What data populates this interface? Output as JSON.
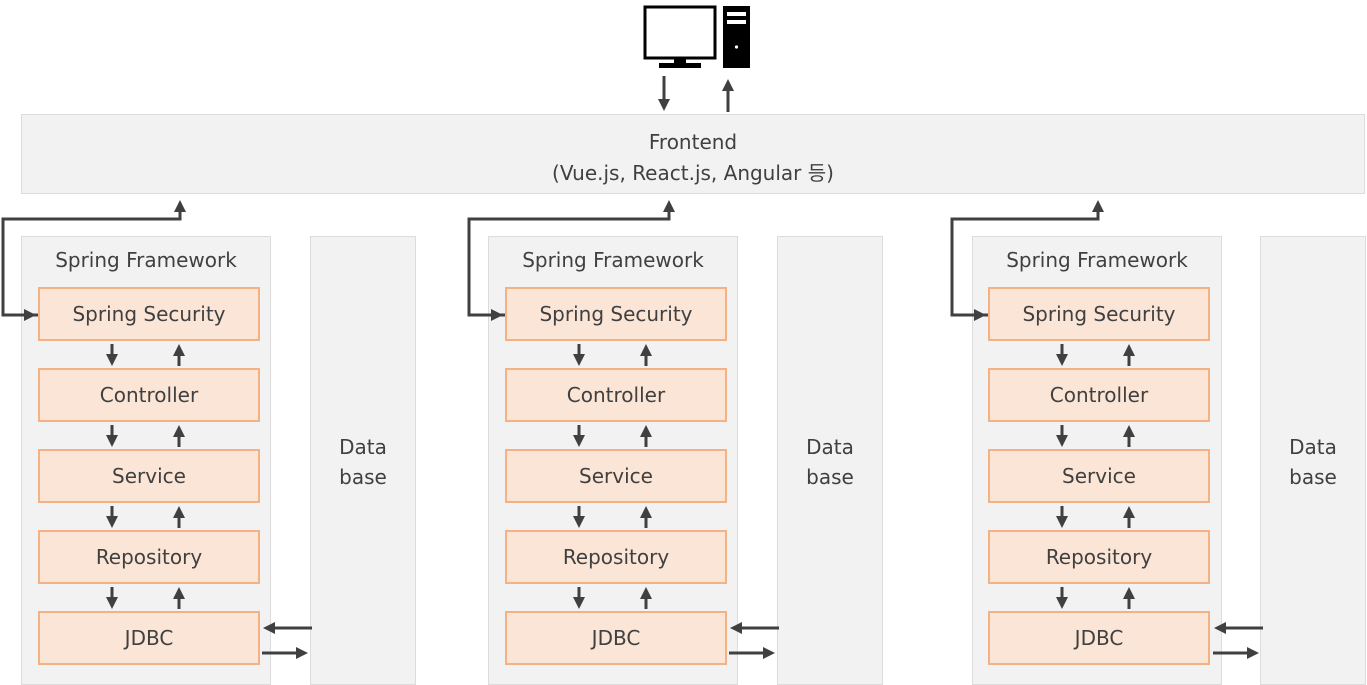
{
  "frontend": {
    "title": "Frontend",
    "subtitle": "(Vue.js, React.js, Angular 등)"
  },
  "client_icons": [
    "monitor-icon",
    "computer-tower-icon"
  ],
  "stacks": [
    {
      "framework_title": "Spring Framework",
      "layers": [
        "Spring Security",
        "Controller",
        "Service",
        "Repository",
        "JDBC"
      ],
      "database": [
        "Data",
        "base"
      ]
    },
    {
      "framework_title": "Spring Framework",
      "layers": [
        "Spring Security",
        "Controller",
        "Service",
        "Repository",
        "JDBC"
      ],
      "database": [
        "Data",
        "base"
      ]
    },
    {
      "framework_title": "Spring Framework",
      "layers": [
        "Spring Security",
        "Controller",
        "Service",
        "Repository",
        "JDBC"
      ],
      "database": [
        "Data",
        "base"
      ]
    }
  ],
  "colors": {
    "layer_fill": "#fbe5d6",
    "layer_border": "#f4b183",
    "panel_fill": "#f2f2f2",
    "arrow": "#404040"
  }
}
